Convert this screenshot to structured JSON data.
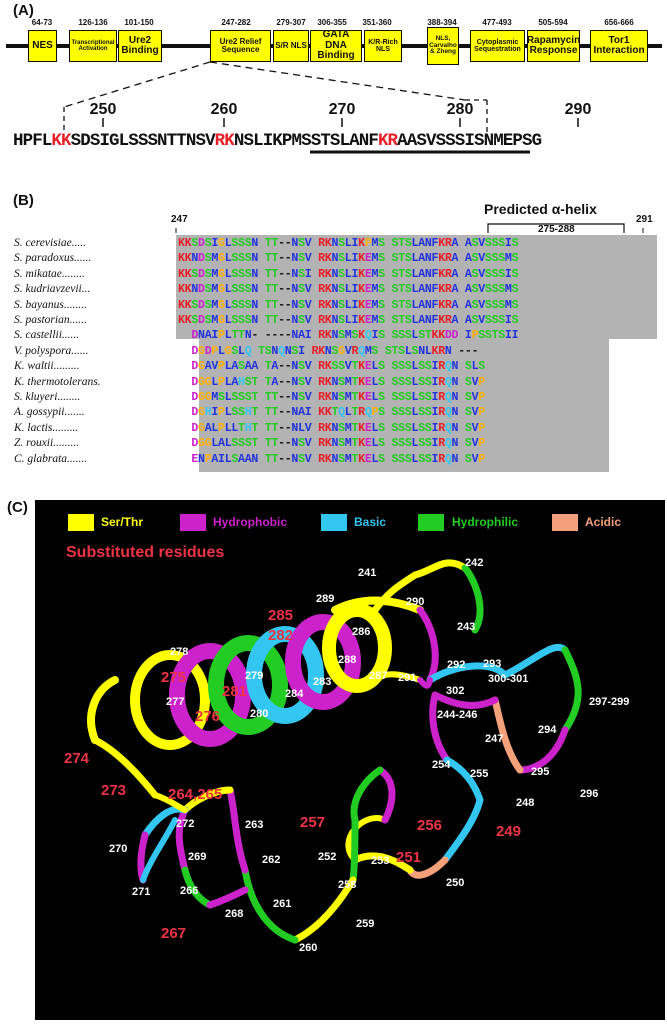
{
  "panels": {
    "a": "(A)",
    "b": "(B)",
    "c": "(C)"
  },
  "domains": [
    {
      "range": "64-73",
      "label": "NES",
      "small": false
    },
    {
      "range": "126-136",
      "label": "Transcriptional Activation",
      "small": true
    },
    {
      "range": "101-150",
      "label": "Ure2 Binding",
      "small": false
    },
    {
      "range": "247-282",
      "label": "Ure2 Relief Sequence",
      "small": true
    },
    {
      "range": "279-307",
      "label": "S/R NLS",
      "small": true
    },
    {
      "range": "306-355",
      "label": "GATA DNA Binding",
      "small": false
    },
    {
      "range": "351-360",
      "label": "K/R-Rich NLS",
      "small": true
    },
    {
      "range": "388-394",
      "label": "NLS, Carvalho & Zheng",
      "small": true
    },
    {
      "range": "477-493",
      "label": "Cytoplasmic Sequestration",
      "small": true
    },
    {
      "range": "505-594",
      "label": "Rapamycin Response",
      "small": false
    },
    {
      "range": "656-666",
      "label": "Tor1 Interaction",
      "small": false
    }
  ],
  "ruler": [
    "250",
    "260",
    "270",
    "280",
    "290"
  ],
  "sequence": {
    "parts": [
      {
        "text": "HPFL",
        "color": "#111111"
      },
      {
        "text": "KK",
        "color": "#e8202a"
      },
      {
        "text": "SDSIGLSSSNTTNSV",
        "color": "#111111"
      },
      {
        "text": "RK",
        "color": "#e8202a"
      },
      {
        "text": "NSLIKPMSS",
        "color": "#111111"
      },
      {
        "text": "TSLANF",
        "color": "#111111"
      },
      {
        "text": "KR",
        "color": "#e8202a"
      },
      {
        "text": "AASVSS",
        "color": "#111111"
      },
      {
        "text": "SISNMEPSG",
        "color": "#111111"
      }
    ]
  },
  "alignment": {
    "start_label": "247",
    "end_label": "291",
    "helix_title": "Predicted α-helix",
    "helix_range": "275-288",
    "species": [
      "S. cerevisiae.....",
      "S. paradoxus......",
      "S. mikatae........",
      "S. kudriavzevii...",
      "S. bayanus........",
      "S. pastorian......",
      "S. castellii......",
      "V. polyspora......",
      "K. waltii.........",
      "K. thermotolerans.",
      "S. kluyeri........",
      "A. gossypii.......",
      "K. lactis.........",
      "Z. rouxii.........",
      "C. glabrata......."
    ],
    "sequences": [
      "KKSDSIGLSSSN TT--NSV RKNSLIKPMS STSLANFKRA ASVSSSIS",
      "KKNDSMGLSSSN TT--NSV RKNSLIKEMS STSLANFKRA ASVSSSMS",
      "KKSDSMGLSSSN TT--NSI RKNSLIKEMS STSLANFKRA ASVSSSIS",
      "KKNDSMGLSSSN TT--NSV RKNSLIKEMS STSLANFKRA ASVSSSMS",
      "KKSDSMGLSSSN TT--NSV RKNSLIKEMS STSLANFKRA ASVSSSMS",
      "KKSDSMGLSSSN TT--NSV RKNSLIKEMS STSLANFKRA ASVSSSIS",
      "  DNAIPLTTN- ----NAI RKNSMSKQIS SSSLSTKKDD IPSSTSII",
      "  DGDPLGSLQ TSNQNSI RKNSGVRQMS STSLSNLKRN ---",
      "  DGAVPLASAA TA--NSV RKSSVTKELS SSSLSSIRQN SLS",
      "  DGGLPLAHST TA--NSV RKNSMTKELS SSSLSSIRQN SVP",
      "  DGGMSLSSST TT--NSV RKNSMTKELS SSSLSSIRQN SVP",
      "  DGHIPLSSHT TT--NAI KKTQLTRQPS SSSLSSIRQN SVP",
      "  DGALPLLTHT TT--NLV RKNSMTKELS SSSLSSIRQN SVP",
      "  DGGLALSSST TT--NSV RKNSMTKELS SSSLSSIRQN SVP",
      "  ENPAILSAAN TT--NSV RKNSMTKELS SSSLSSIRQN SVP"
    ]
  },
  "legend": [
    {
      "label": "Ser/Thr",
      "color": "#ffff00",
      "text_color": "#ffff00"
    },
    {
      "label": "Hydrophobic",
      "color": "#cc22cc",
      "text_color": "#cc22cc"
    },
    {
      "label": "Basic",
      "color": "#33c6f0",
      "text_color": "#33c6f0"
    },
    {
      "label": "Hydrophilic",
      "color": "#22cc22",
      "text_color": "#22cc22"
    },
    {
      "label": "Acidic",
      "color": "#f4a07a",
      "text_color": "#f4a07a"
    }
  ],
  "substituted_title": "Substituted residues",
  "residue_labels": [
    "241",
    "242",
    "289",
    "290",
    "243",
    "278",
    "286",
    "288",
    "287",
    "291",
    "292",
    "293",
    "300-301",
    "302",
    "297-299",
    "279",
    "284",
    "283",
    "277",
    "280",
    "244-246",
    "294",
    "247",
    "295",
    "296",
    "248",
    "254",
    "255",
    "272",
    "263",
    "270",
    "269",
    "262",
    "252",
    "253",
    "258",
    "250",
    "271",
    "266",
    "268",
    "261",
    "259",
    "260"
  ],
  "substituted_labels": [
    "285",
    "282",
    "275",
    "281",
    "276",
    "274",
    "273",
    "264,265",
    "257",
    "256",
    "251",
    "249",
    "267"
  ]
}
